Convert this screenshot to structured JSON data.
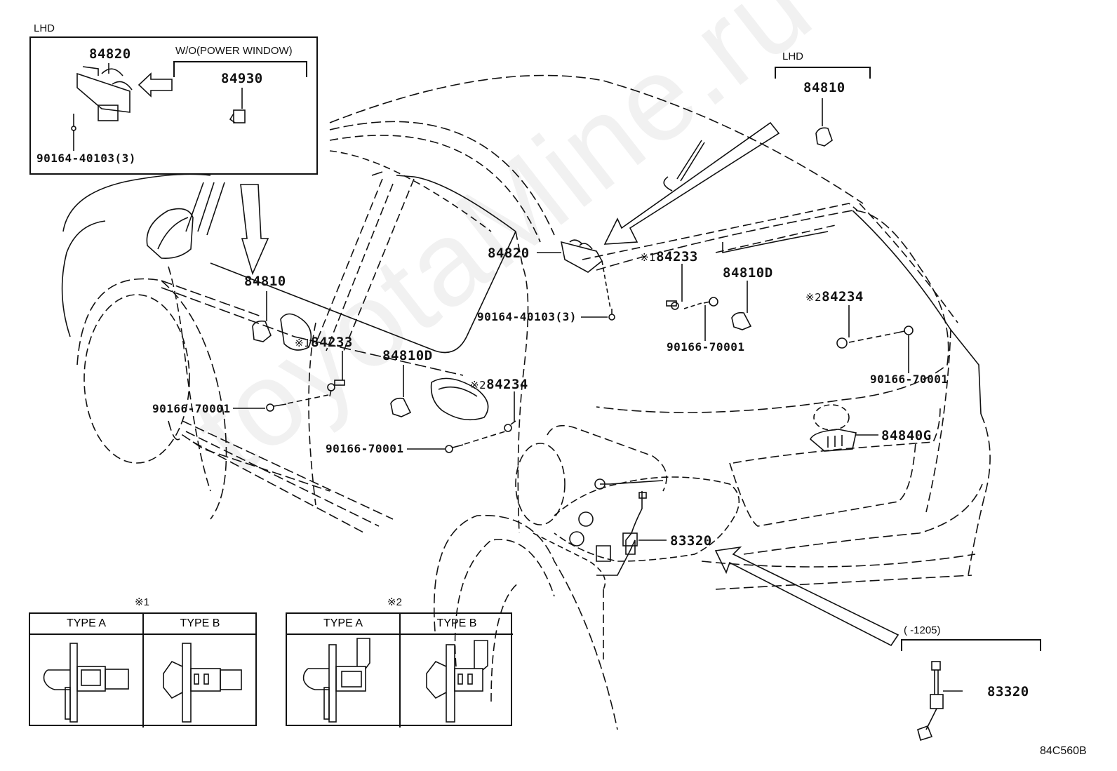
{
  "diagram": {
    "drawing_code": "84C560B",
    "watermark": "toyotaMine.ru"
  },
  "inset_lhd": {
    "region_label": "LHD",
    "part_switch": "84820",
    "alt_condition": "W/O(POWER WINDOW)",
    "alt_part": "84930",
    "screw": "90164-40103(3)"
  },
  "top_right_lhd": {
    "region_label": "LHD",
    "part": "84810"
  },
  "callouts": {
    "front_door_switch": "84810",
    "front_door_courtesy_note": "※1",
    "front_door_courtesy": "84233",
    "front_door_screw": "90166-70001",
    "rear_door_switch": "84810D",
    "rear_door_courtesy_note": "※2",
    "rear_door_courtesy": "84234",
    "rear_door_screw": "90166-70001",
    "master_switch": "84820",
    "master_switch_screw": "90164-40103(3)",
    "rh_front_courtesy_note": "※1",
    "rh_front_courtesy": "84233",
    "rh_rear_switch": "84810D",
    "rh_front_screw": "90166-70001",
    "rh_rear_courtesy_note": "※2",
    "rh_rear_courtesy": "84234",
    "rh_rear_screw": "90166-70001",
    "back_door_switch": "84840G",
    "fuel_sender": "83320"
  },
  "bottom_right_variant": {
    "range": "(      -1205)",
    "part": "83320"
  },
  "type_tables": [
    {
      "mark": "※1",
      "columns": [
        "TYPE A",
        "TYPE B"
      ]
    },
    {
      "mark": "※2",
      "columns": [
        "TYPE A",
        "TYPE B"
      ]
    }
  ]
}
